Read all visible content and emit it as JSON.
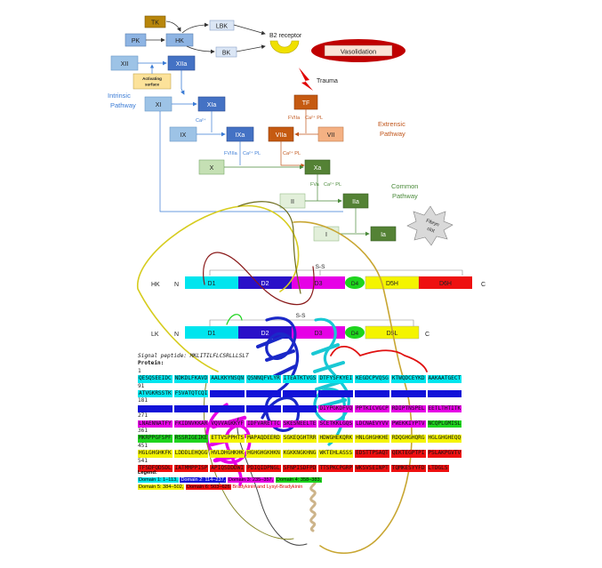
{
  "cascade": {
    "nodes": {
      "tk": "TK",
      "pk": "PK",
      "hk": "HK",
      "lbk": "LBK",
      "bk": "BK",
      "b2": "B2 receptor",
      "vaso": "Vasolidation",
      "xii": "XII",
      "xiia": "XIIa",
      "act1": "Activating",
      "act2": "surface",
      "xi": "XI",
      "xia": "XIa",
      "ix": "IX",
      "ixa": "IXa",
      "x": "X",
      "xa": "Xa",
      "tf": "TF",
      "viia": "VIIa",
      "vii": "VII",
      "ii": "II",
      "iia": "IIa",
      "i": "I",
      "ia": "Ia",
      "fibrin1": "Fibryn",
      "fibrin2": "clot"
    },
    "labels": {
      "intrinsic1": "Intrinsic",
      "intrinsic2": "Pathway",
      "extrinsic1": "Extrensic",
      "extrinsic2": "Pathway",
      "common1": "Common",
      "common2": "Pathway",
      "trauma": "Trauma",
      "ca1": "Ca²⁺",
      "fviiia": "FVIIIa",
      "capl1": "Ca²⁺ PL",
      "fviia": "FVIIa",
      "capl2": "Ca²⁺ PL",
      "capl3": "Ca²⁺ PL",
      "fva": "FVa",
      "capl4": "Ca²⁺ PL"
    }
  },
  "domains": {
    "hk_label": "HK",
    "lk_label": "LK",
    "n": "N",
    "c": "C",
    "ss": "S-S",
    "hk": [
      "D1",
      "D2",
      "D3",
      "D4",
      "D5H",
      "D6H"
    ],
    "lk": [
      "D1",
      "D2",
      "D3",
      "D4",
      "D5L"
    ]
  },
  "sequence": {
    "signal": "Signal peptide: MKLITILFLCSRLLLSLT",
    "protein": "Protein:",
    "rows": [
      {
        "num": "1",
        "chunks": []
      },
      {
        "num": "",
        "chunks": [
          [
            "c1",
            "QESQSEEIDC"
          ],
          [
            "c1",
            "NDKDLFKAVD"
          ],
          [
            "c1",
            "AALKKYNSQN"
          ],
          [
            "c1",
            "QSNNQFVLYR"
          ],
          [
            "c1",
            "ITEATKTVGS"
          ],
          [
            "c1",
            "DTFYSFKYEI"
          ],
          [
            "c1",
            "KEGDCPVQSG"
          ],
          [
            "c1",
            "KTWQDCEYKD"
          ],
          [
            "c1",
            "AAKAATGECT"
          ]
        ]
      },
      {
        "num": "91",
        "chunks": []
      },
      {
        "num": "",
        "chunks": [
          [
            "c1",
            "ATVGKRSSTK"
          ],
          [
            "c1",
            "FSVATQTCQI"
          ],
          [
            "c2",
            "TPAEGPVVTA"
          ],
          [
            "c2",
            "QYDCLGCVHP"
          ],
          [
            "c2",
            "ISTQSPDLEP"
          ],
          [
            "c2",
            "ILRHGIQYFN"
          ],
          [
            "c2",
            "NNTQHSSLFM"
          ],
          [
            "c2",
            "LNEVKRAQRQ"
          ],
          [
            "c2",
            "VVAGLNFRIT"
          ]
        ]
      },
      {
        "num": "181",
        "chunks": []
      },
      {
        "num": "",
        "chunks": [
          [
            "c2",
            "YSIVQTNCSK"
          ],
          [
            "c2",
            "ENFLFLTPDC"
          ],
          [
            "c2",
            "KSLWNGDTGE"
          ],
          [
            "c2",
            "CTDNAYIDIQ"
          ],
          [
            "c2",
            "LRIASFSQNC"
          ],
          [
            "c3",
            "DIYPGKDFVQ"
          ],
          [
            "c3",
            "PPTKICVGCP"
          ],
          [
            "c3",
            "RDIPTNSPEL"
          ],
          [
            "c3",
            "EETLTHTITK"
          ]
        ]
      },
      {
        "num": "271",
        "chunks": []
      },
      {
        "num": "",
        "chunks": [
          [
            "c3",
            "LNAENNATFY"
          ],
          [
            "c3",
            "FKIDNVKKAR"
          ],
          [
            "c3",
            "VQVVAGKKYF"
          ],
          [
            "c3",
            "IDFVARETTC"
          ],
          [
            "c3",
            "SKESNEELTE"
          ],
          [
            "c3",
            "SCETKKLGQS"
          ],
          [
            "c3",
            "LDCNAEVYVV"
          ],
          [
            "c3",
            "PWEKKIYPTV"
          ],
          [
            "c4",
            "NCQPLGMISL"
          ]
        ]
      },
      {
        "num": "361",
        "chunks": []
      },
      {
        "num": "",
        "chunks": [
          [
            "c4",
            "MKRPPGFSPF"
          ],
          [
            "c4",
            "RSSRIGEIKE"
          ],
          [
            "c5",
            "ETTVSPPHTS"
          ],
          [
            "c5",
            "MAPAQDEERD"
          ],
          [
            "c5",
            "SGKEQGHTRR"
          ],
          [
            "c5",
            "HDWGHEKQRK"
          ],
          [
            "c5",
            "HNLGHGHKHE"
          ],
          [
            "c5",
            "RDQGHGHQRG"
          ],
          [
            "c5",
            "HGLGHGHEQQ"
          ]
        ]
      },
      {
        "num": "451",
        "chunks": []
      },
      {
        "num": "",
        "chunks": [
          [
            "c5",
            "HGLGHGHKFK"
          ],
          [
            "c5",
            "LDDDLEHQGG"
          ],
          [
            "c5",
            "HVLDHGHKHK"
          ],
          [
            "c5",
            "HGHGHGKHKN"
          ],
          [
            "c5",
            "KGKKNGKHNG"
          ],
          [
            "c5",
            "WKTEHLASSS"
          ],
          [
            "c6",
            "EDSTTPSAQT"
          ],
          [
            "c6",
            "QEKTEGPTPI"
          ],
          [
            "c6",
            "PSLAKPGVTV"
          ]
        ]
      },
      {
        "num": "541",
        "chunks": []
      },
      {
        "num": "",
        "chunks": [
          [
            "c6",
            "TFSDFQDSDL"
          ],
          [
            "c6",
            "IATMMPPISP"
          ],
          [
            "c6",
            "APIQSDDDWI"
          ],
          [
            "c6",
            "PDIQIDPNGL"
          ],
          [
            "c6",
            "SFNPISDFPD"
          ],
          [
            "c6",
            "TTSPKCPGRP"
          ],
          [
            "c6",
            "WKSVSEINPT"
          ],
          [
            "c6",
            "TQMKESYYFD"
          ],
          [
            "c6",
            "LTDGLS"
          ]
        ]
      }
    ],
    "legend_title": "Legend:",
    "legend1": [
      "Domain 1: 1–113,",
      "Domain 2: 114–237,",
      "Domain 3: 235–357,",
      "Domain 4: 358–383,"
    ],
    "legend2": [
      "Domain 5: 384–502,",
      "Domain 6: 503–626",
      "Bradykinin and Lysyl-Bradykinin"
    ]
  },
  "colors": {
    "d1": "#00e5ee",
    "d2": "#2a10c8",
    "d3": "#e600e6",
    "d4": "#1ed41e",
    "d5": "#f4f400",
    "d6": "#ee1010",
    "intrinsic": "#3a7bd5",
    "extrinsic": "#c0551a",
    "common": "#4a8a3a"
  }
}
